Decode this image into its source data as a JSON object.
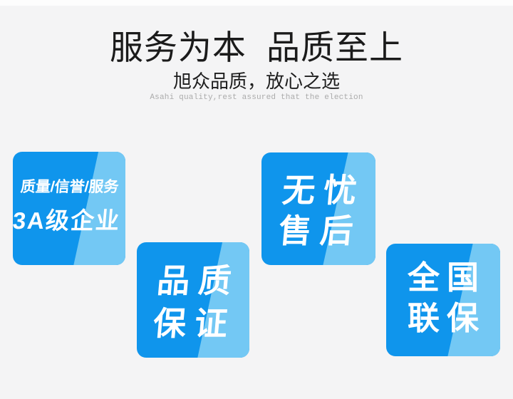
{
  "header": {
    "title": "服务为本  品质至上",
    "subtitle": "旭众品质，放心之选",
    "subtitle_en": "Asahi quality,rest assured that the election"
  },
  "colors": {
    "page_background": "#f4f4f5",
    "top_strip": "#fdfdfd",
    "badge_dark_blue": "#0f95ec",
    "badge_light_blue": "#73c8f4",
    "badge_text": "#ffffff",
    "title_text": "#1b1b1b",
    "subtitle_en_text": "#ababab"
  },
  "badges": [
    {
      "id": "3a-enterprise",
      "line1": "质量/信誉/服务",
      "line2": "3A级企业"
    },
    {
      "id": "worry-free-aftersale",
      "line1": "无忧",
      "line2": "售后"
    },
    {
      "id": "quality-guarantee",
      "line1": "品质",
      "line2": "保证"
    },
    {
      "id": "national-warranty",
      "line1": "全国",
      "line2": "联保"
    }
  ]
}
